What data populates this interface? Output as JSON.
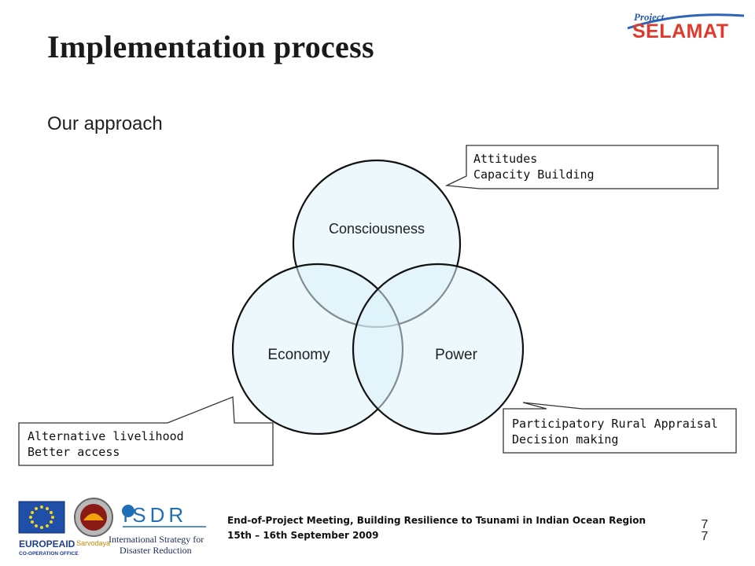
{
  "slide": {
    "title": "Implementation process",
    "subtitle": "Our approach",
    "page_number": "7",
    "page_number_repeat": "7"
  },
  "venn": {
    "top_circle": "Consciousness",
    "left_circle": "Economy",
    "right_circle": "Power",
    "fill_color": "#ddf3fa",
    "stroke_color": "#111111"
  },
  "callouts": {
    "top_right": [
      "Attitudes",
      "Capacity Building"
    ],
    "bottom_left": [
      "Alternative livelihood",
      "Better access"
    ],
    "bottom_right": [
      "Participatory Rural Appraisal",
      "Decision making"
    ]
  },
  "footer": {
    "line1": "End-of-Project Meeting, Building Resilience to Tsunami in Indian Ocean Region",
    "line2": "15th – 16th September 2009"
  },
  "logos": {
    "project_logo_small": "Project",
    "project_logo_main": "SELAMAT",
    "europeaid_name": "EUROPEAID",
    "europeaid_sub": "CO-OPERATION OFFICE",
    "sarvodaya": "Sarvodaya",
    "isdr_short": "ISDR",
    "isdr_line1": "International Strategy for",
    "isdr_line2": "Disaster Reduction"
  }
}
